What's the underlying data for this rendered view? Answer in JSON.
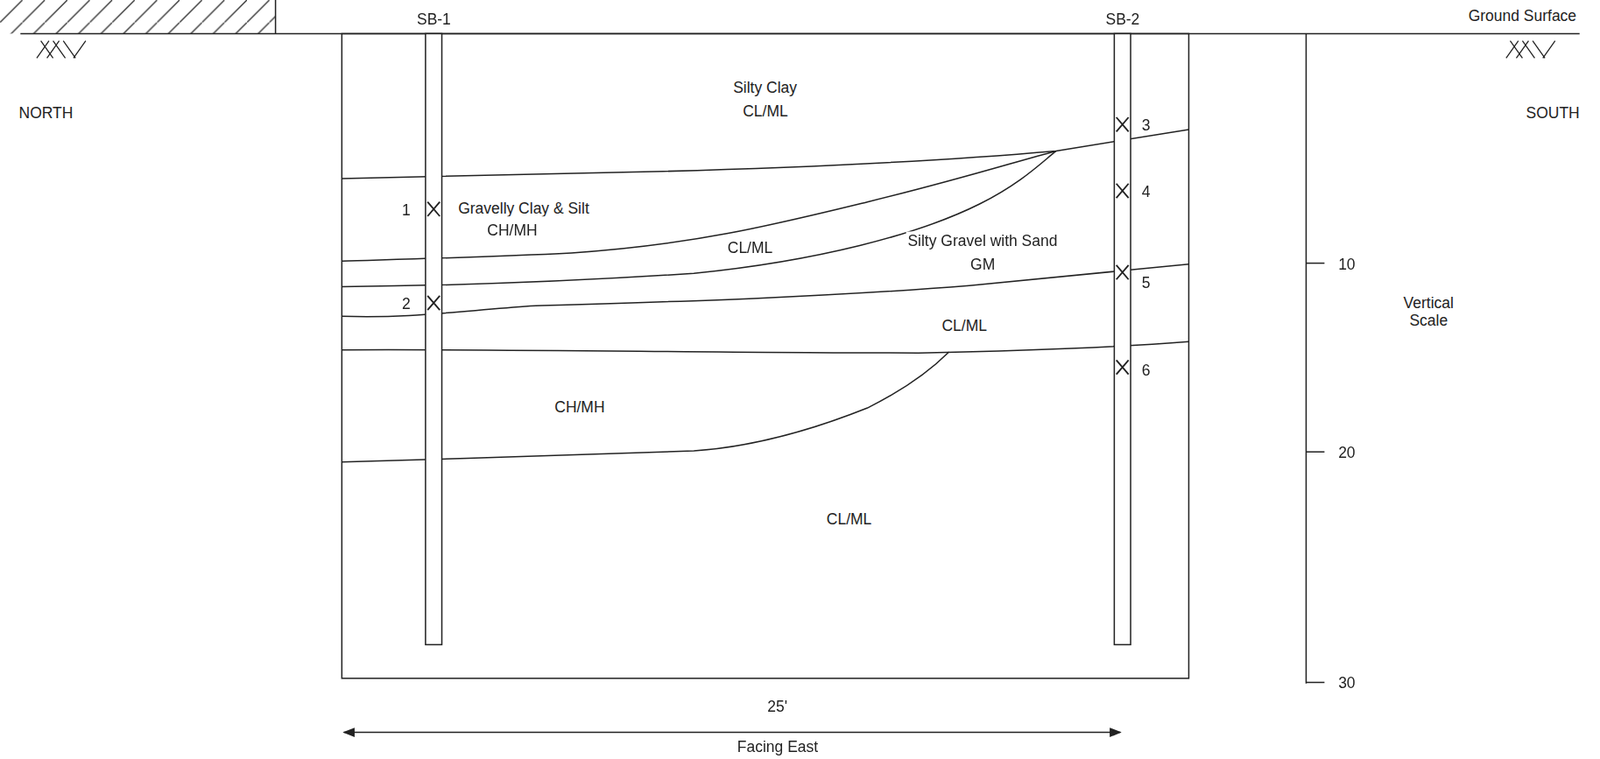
{
  "diagram": {
    "labels": [
      "SB-1",
      "SB-2",
      "Ground Surface",
      "NORTH",
      "SOUTH",
      "Silty Clay",
      "CL/ML",
      "Gravelly Clay & Silt",
      "CH/MH",
      "CL/ML",
      "Silty Gravel with Sand",
      "GM",
      "CL/ML",
      "CH/MH",
      "CL/ML",
      "1",
      "2",
      "3",
      "4",
      "5",
      "6",
      "10",
      "Vertical Scale",
      "20",
      "30",
      "25'",
      "Facing East"
    ]
  }
}
